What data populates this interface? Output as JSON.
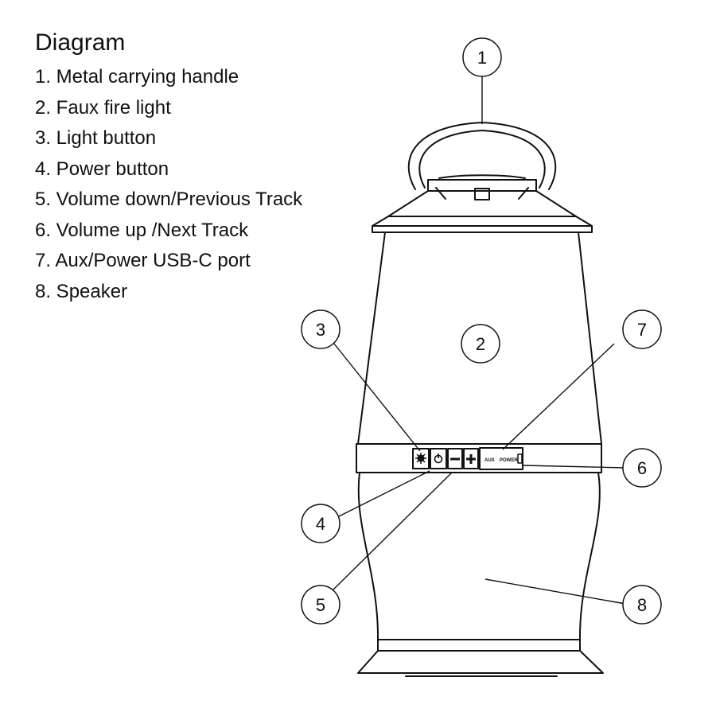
{
  "legend": {
    "title": "Diagram",
    "items": [
      "1. Metal carrying handle",
      "2. Faux fire light",
      "3. Light button",
      "4. Power button",
      "5. Volume down/Previous Track",
      "6. Volume up /Next Track",
      "7. Aux/Power USB-C port",
      "8. Speaker"
    ]
  },
  "callouts": [
    "1",
    "2",
    "3",
    "4",
    "5",
    "6",
    "7",
    "8"
  ],
  "ports": {
    "aux": "AUX",
    "power": "POWER"
  }
}
